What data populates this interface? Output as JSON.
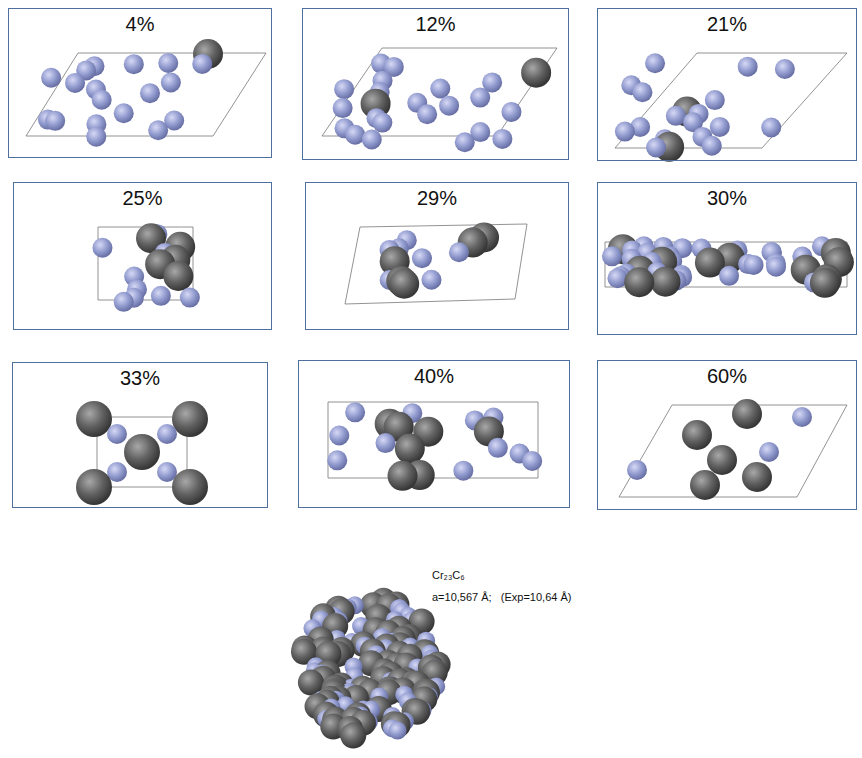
{
  "diagram": {
    "nodes": [
      {
        "text": [
          "4%"
        ]
      },
      {
        "text": [
          "12%"
        ]
      },
      {
        "text": [
          "21%"
        ]
      },
      {
        "text": [
          "25%"
        ]
      },
      {
        "text": [
          "29%"
        ]
      },
      {
        "text": [
          "30%"
        ]
      },
      {
        "text": [
          "33%"
        ]
      },
      {
        "text": [
          "40%"
        ]
      },
      {
        "text": [
          "60%"
        ]
      }
    ],
    "labels": [
      "Cr₂₃C₆",
      "a=10,567 Å;   (Exp=10,64 Å)"
    ]
  }
}
